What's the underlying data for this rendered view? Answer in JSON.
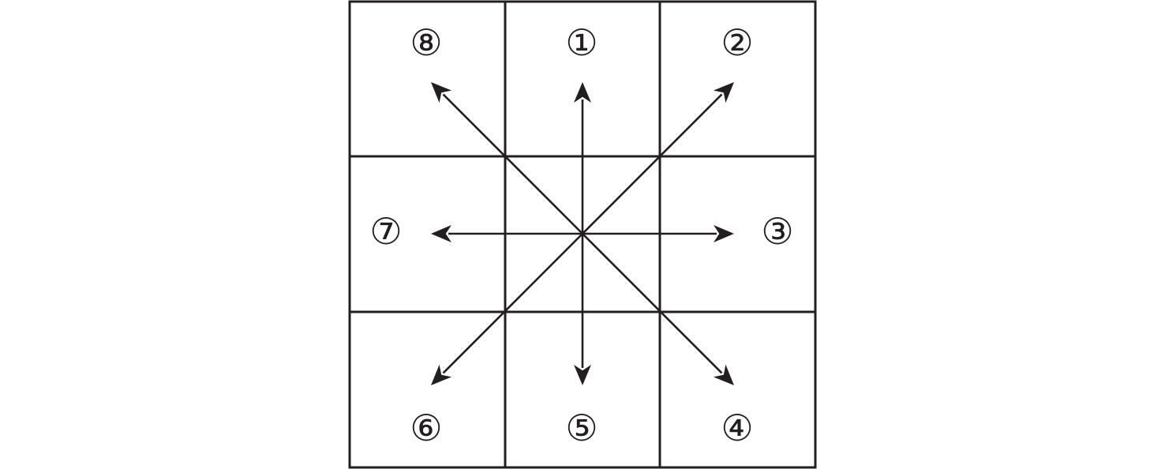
{
  "diagram": {
    "colors": {
      "ink": "#231f20",
      "background": "#ffffff"
    },
    "grid": {
      "rows": 3,
      "cols": 3
    },
    "directions": [
      {
        "id": "1",
        "label": "①",
        "cell": "top-center",
        "arrow": "up"
      },
      {
        "id": "2",
        "label": "②",
        "cell": "top-right",
        "arrow": "up-right"
      },
      {
        "id": "3",
        "label": "③",
        "cell": "middle-right",
        "arrow": "right"
      },
      {
        "id": "4",
        "label": "④",
        "cell": "bottom-right",
        "arrow": "down-right"
      },
      {
        "id": "5",
        "label": "⑤",
        "cell": "bottom-center",
        "arrow": "down"
      },
      {
        "id": "6",
        "label": "⑥",
        "cell": "bottom-left",
        "arrow": "down-left"
      },
      {
        "id": "7",
        "label": "⑦",
        "cell": "middle-left",
        "arrow": "left"
      },
      {
        "id": "8",
        "label": "⑧",
        "cell": "top-left",
        "arrow": "up-left"
      }
    ]
  }
}
